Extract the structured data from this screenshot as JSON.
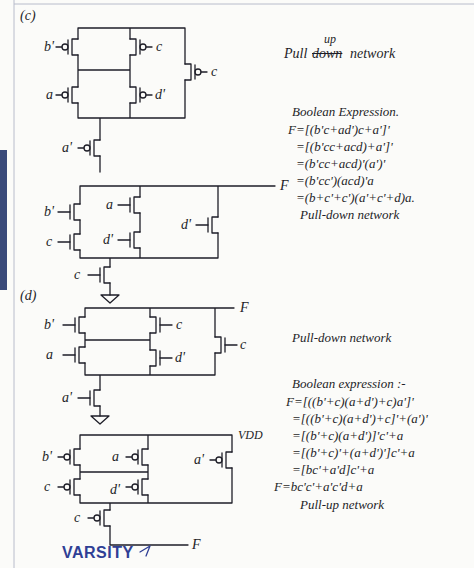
{
  "diagram": {
    "labels": [
      "(c)",
      "b'",
      "c",
      "a",
      "d'",
      "c",
      "a'",
      "Pull",
      "down",
      "up",
      "network",
      "Boolean Expression.",
      "F=[(b'c+ad')c+a']'",
      "=[(b'cc+acd)+a']'",
      "=(b'cc+acd)'(a')'",
      "=(b'cc')(acd)'a",
      "=(b+c'+c')(a'+c'+d)a.",
      "Pull-down network",
      "F",
      "b'",
      "c",
      "a",
      "d'",
      "d'",
      "c",
      "(d)",
      "F",
      "b'",
      "c",
      "a",
      "d'",
      "c",
      "a'",
      "Pull-down network",
      "Boolean expression :-",
      "F=[((b'+c)(a+d')+c)a']'",
      "=[((b'+c)(a+d')+c]'+(a')'",
      "=[(b'+c)(a+d')]'c'+a",
      "=[(b'+c)'+(a+d')']c'+a",
      "=[bc'+a'd]c'+a",
      "F=bc'c'+a'c'd+a",
      "Pull-up network",
      "VDD",
      "b'",
      "c",
      "a",
      "d'",
      "a'",
      "c",
      "F",
      "VARSITY"
    ]
  }
}
